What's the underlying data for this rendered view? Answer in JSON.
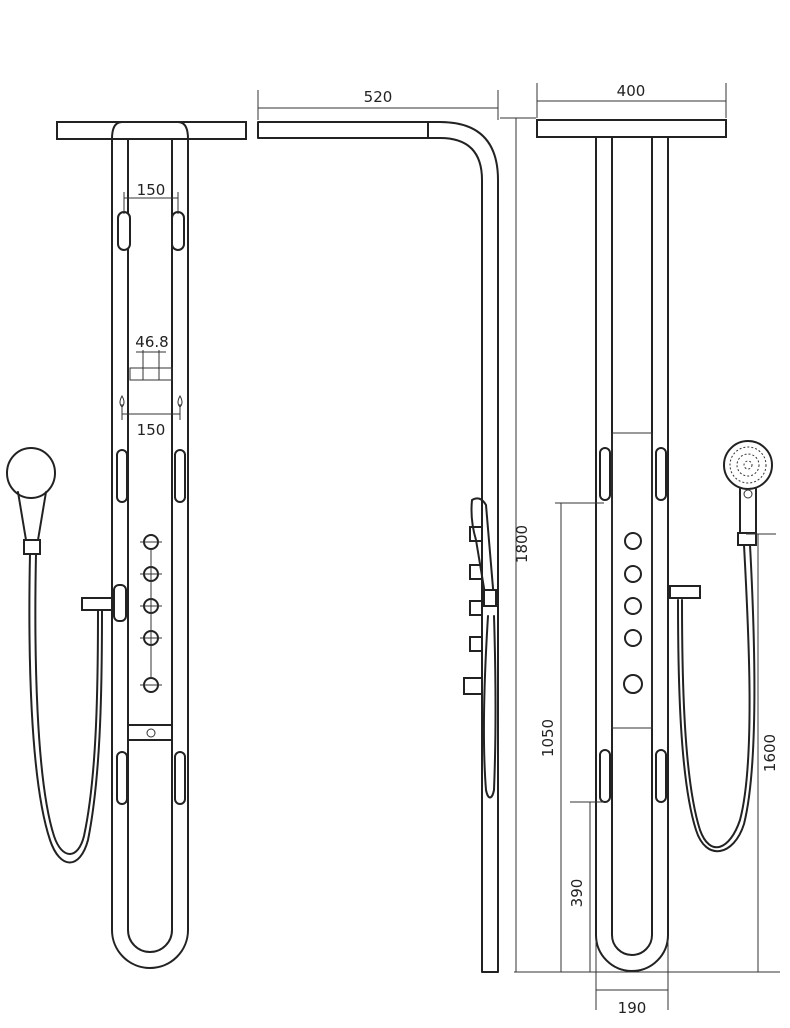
{
  "dimensions": {
    "front_top_spacing": "150",
    "front_nozzle_width": "46.8",
    "front_mid_spacing": "150",
    "side_depth": "520",
    "back_width": "400",
    "total_height": "1800",
    "lower_jet_height": "1050",
    "bottom_jet_height": "390",
    "handshower_height": "1600",
    "bottom_width": "190"
  }
}
